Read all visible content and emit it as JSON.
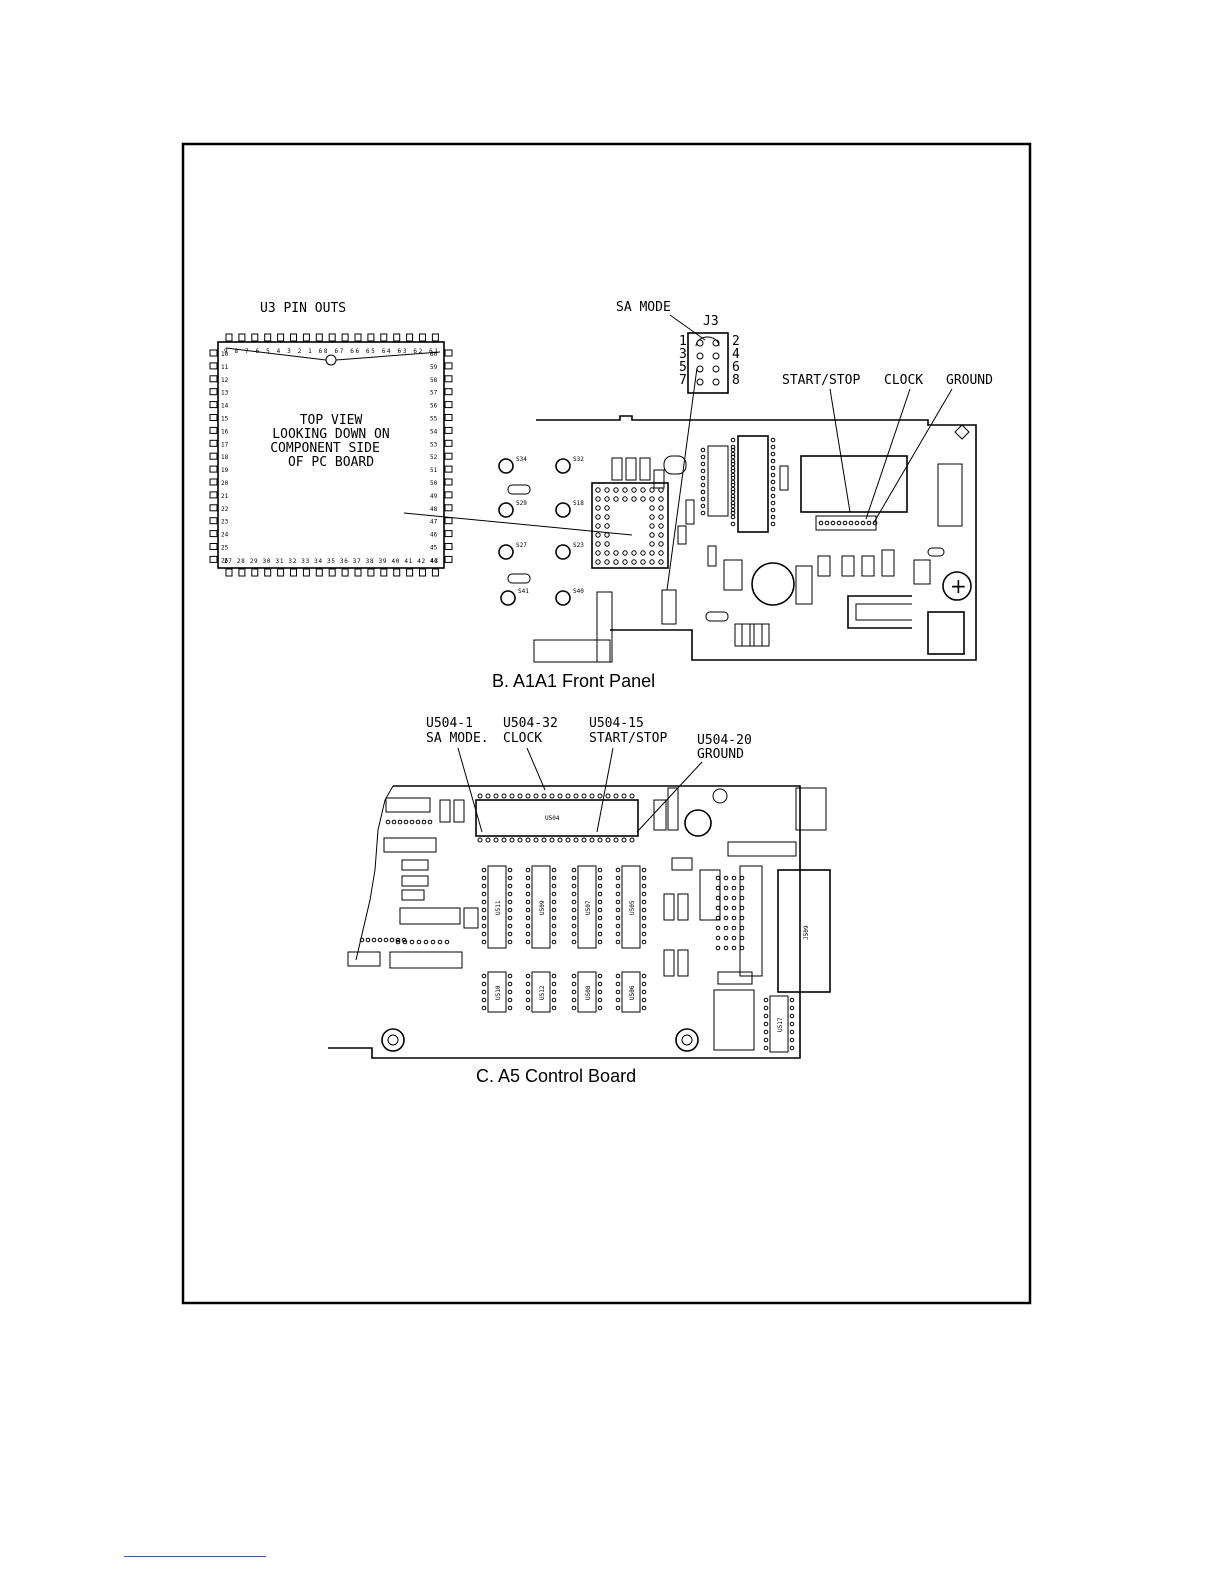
{
  "u3": {
    "title": "U3 PIN OUTS",
    "view_line1": "TOP VIEW",
    "view_line2": "LOOKING DOWN ON",
    "view_line3": "COMPONENT SIDE",
    "view_line4": "OF PC BOARD",
    "top_pins": "9 8 7 6 5 4 3 2 1 68 67 66 65 64 63 62 61",
    "left_pins": [
      "10",
      "11",
      "12",
      "13",
      "14",
      "15",
      "16",
      "17",
      "18",
      "19",
      "20",
      "21",
      "22",
      "23",
      "24",
      "25",
      "26"
    ],
    "right_pins": [
      "60",
      "59",
      "58",
      "57",
      "56",
      "55",
      "54",
      "53",
      "52",
      "51",
      "50",
      "49",
      "48",
      "47",
      "46",
      "45",
      "44"
    ],
    "bottom_pins": "27 28 29 30 31 32 33 34 35 36 37 38 39 40 41 42 43"
  },
  "panel_b": {
    "sa_mode": "SA MODE",
    "j3": "J3",
    "j3_left": [
      "1",
      "3",
      "5",
      "7"
    ],
    "j3_right": [
      "2",
      "4",
      "6",
      "8"
    ],
    "start_stop": "START/STOP",
    "clock": "CLOCK",
    "ground": "GROUND",
    "caption": "B.   A1A1 Front Panel",
    "switches": [
      "S34",
      "S32",
      "S29",
      "S18",
      "S27",
      "S23",
      "S41",
      "S40"
    ]
  },
  "panel_c": {
    "u504_1_line1": "U504-1",
    "u504_1_line2": "SA MODE.",
    "u504_32_line1": "U504-32",
    "u504_32_line2": "CLOCK",
    "u504_15_line1": "U504-15",
    "u504_15_line2": "START/STOP",
    "u504_20_line1": "U504-20",
    "u504_20_line2": "GROUND",
    "caption": "C.   A5 Control Board",
    "chip": "U504",
    "connector": "J509",
    "ics": [
      "U511",
      "U509",
      "U507",
      "U505",
      "U510",
      "U512",
      "U508",
      "U506",
      "U517"
    ]
  }
}
